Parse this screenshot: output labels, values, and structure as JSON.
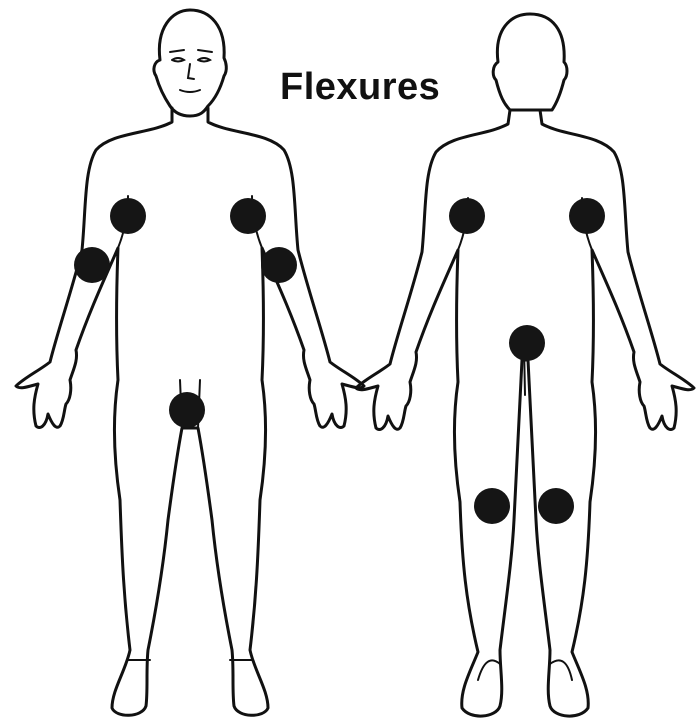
{
  "title": "Flexures",
  "colors": {
    "outline": "#111111",
    "marker": "#151515",
    "background": "#ffffff"
  },
  "figures": [
    {
      "name": "front-view"
    },
    {
      "name": "back-view"
    }
  ],
  "markers": {
    "front": [
      "left-axilla",
      "right-axilla",
      "left-antecubital",
      "right-antecubital",
      "groin"
    ],
    "back": [
      "left-axilla",
      "right-axilla",
      "natal-cleft",
      "left-popliteal",
      "right-popliteal"
    ]
  }
}
